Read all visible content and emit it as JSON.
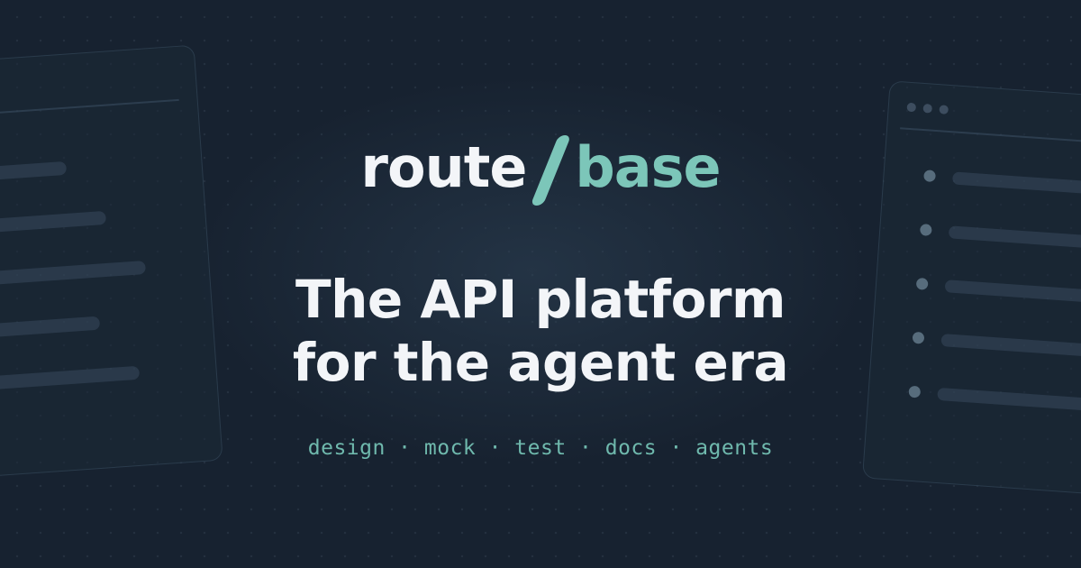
{
  "brand": {
    "name_part1": "route",
    "name_part2": "base",
    "accent_color": "#7cc6b9",
    "text_color": "#f3f5f8",
    "background_color": "#172230"
  },
  "headline": {
    "line1": "The API platform",
    "line2": "for the agent era"
  },
  "tagline": "design · mock · test · docs · agents"
}
